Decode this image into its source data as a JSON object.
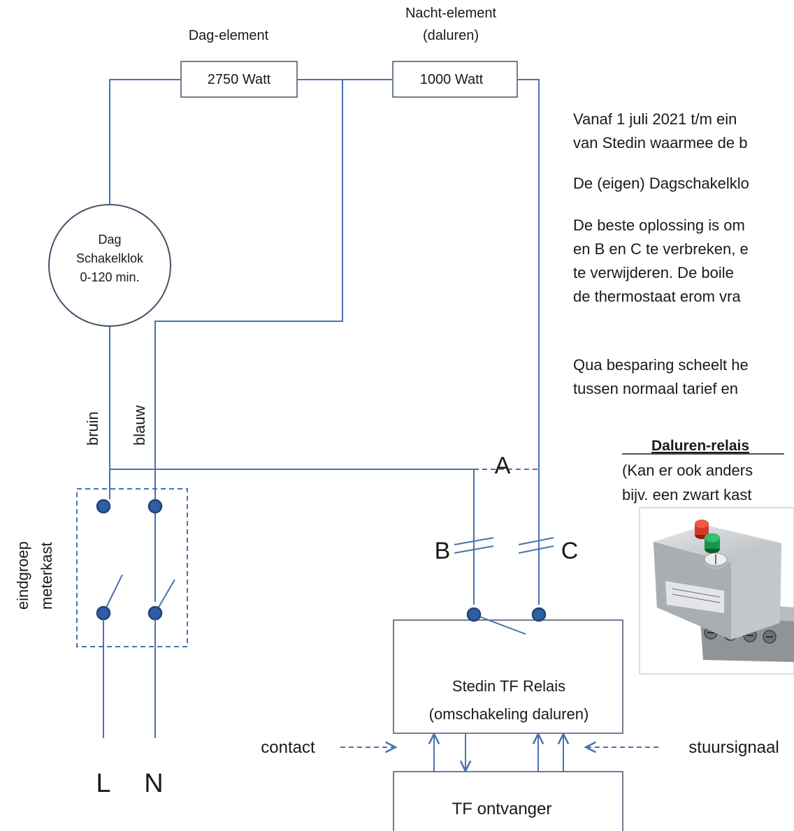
{
  "labels": {
    "dag_element": "Dag-element",
    "nacht_element_1": "Nacht-element",
    "nacht_element_2": "(daluren)",
    "dag_watt": "2750 Watt",
    "nacht_watt": "1000 Watt",
    "clock_line1": "Dag",
    "clock_line2": "Schakelklok",
    "clock_line3": "0-120 min.",
    "bruin": "bruin",
    "blauw": "blauw",
    "eindgroep_1": "eindgroep",
    "eindgroep_2": "meterkast",
    "point_a": "A",
    "point_b": "B",
    "point_c": "C",
    "relais_1": "Stedin TF Relais",
    "relais_2": "(omschakeling  daluren)",
    "contact": "contact",
    "stuursignaal": "stuursignaal",
    "ontvanger": "TF ontvanger",
    "l": "L",
    "n": "N"
  },
  "text": {
    "p1_line1": "Vanaf 1 juli 2021 t/m ein",
    "p1_line2": "van Stedin waarmee de b",
    "p2_line1": "De (eigen) Dagschakelklo",
    "p3_line1": "De beste oplossing is om",
    "p3_line2": "en B en C  te verbreken, e",
    "p3_line3": "te verwijderen.  De boile",
    "p3_line4": "de thermostaat erom vra",
    "p4_line1": "Qua besparing scheelt he",
    "p4_line2": "tussen normaal tarief en",
    "relais_title": "Daluren-relais",
    "relais_note1": "(Kan er ook anders",
    "relais_note2": "bijv. een zwart kast"
  },
  "photo": {
    "label": "relay-photo",
    "text_on_device": ""
  },
  "colors": {
    "wire": "#4a72b0",
    "terminal": "#2f5ea6",
    "box_border": "#44546a"
  }
}
